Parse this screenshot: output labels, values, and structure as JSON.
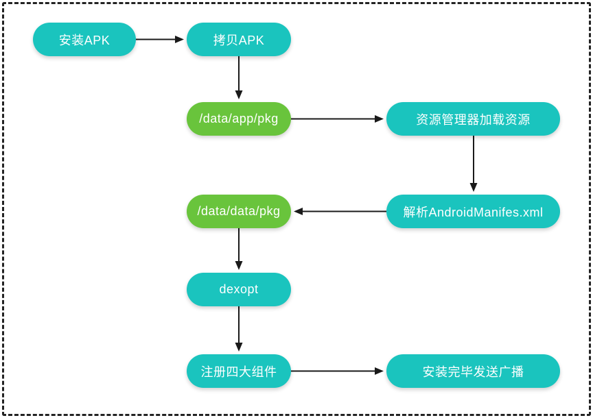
{
  "colors": {
    "node_teal": "#1ac4be",
    "node_green": "#69c43c",
    "arrow": "#1a1a1a",
    "border": "#232323",
    "text": "#ffffff",
    "background": "#ffffff"
  },
  "nodes": {
    "install_apk": {
      "label": "安装APK",
      "color": "teal"
    },
    "copy_apk": {
      "label": "拷贝APK",
      "color": "teal"
    },
    "data_app_pkg": {
      "label": "/data/app/pkg",
      "color": "green"
    },
    "resource_manager": {
      "label": "资源管理器加载资源",
      "color": "teal"
    },
    "data_data_pkg": {
      "label": "/data/data/pkg",
      "color": "green"
    },
    "parse_manifest": {
      "label": "解析AndroidManifes.xml",
      "color": "teal"
    },
    "dexopt": {
      "label": "dexopt",
      "color": "teal"
    },
    "register_components": {
      "label": "注册四大组件",
      "color": "teal"
    },
    "broadcast": {
      "label": "安装完毕发送广播",
      "color": "teal"
    }
  },
  "edges": [
    {
      "from": "install_apk",
      "to": "copy_apk"
    },
    {
      "from": "copy_apk",
      "to": "data_app_pkg"
    },
    {
      "from": "data_app_pkg",
      "to": "resource_manager"
    },
    {
      "from": "resource_manager",
      "to": "parse_manifest"
    },
    {
      "from": "parse_manifest",
      "to": "data_data_pkg"
    },
    {
      "from": "data_data_pkg",
      "to": "dexopt"
    },
    {
      "from": "dexopt",
      "to": "register_components"
    },
    {
      "from": "register_components",
      "to": "broadcast"
    }
  ]
}
